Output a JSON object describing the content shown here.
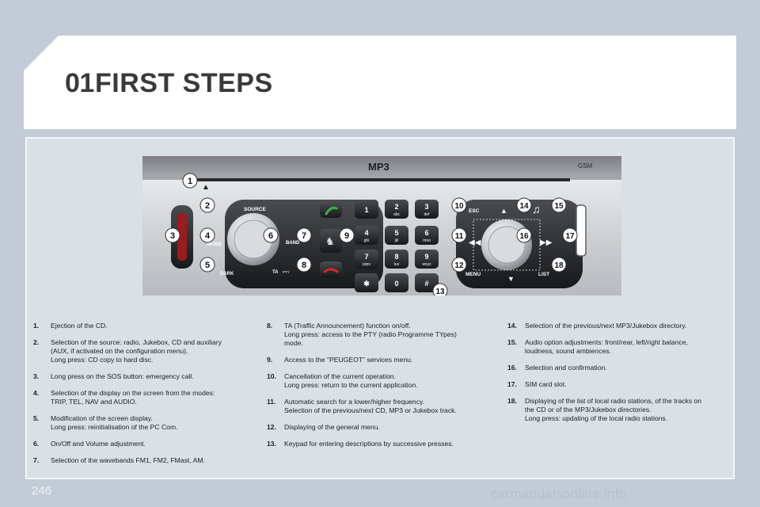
{
  "header": {
    "chapter": "01",
    "title": "FIRST STEPS"
  },
  "radio": {
    "mp3_label": "MP3",
    "gsm_label": "GSM",
    "eject_symbol": "▲",
    "buttons": {
      "source": "SOURCE",
      "mode": "MODE",
      "band": "BAND",
      "dark": "DARK",
      "ta": "TA",
      "pty": "PTY",
      "esc": "ESC",
      "menu": "MENU",
      "list": "LIST"
    },
    "keypad": [
      {
        "digit": "1",
        "letters": ""
      },
      {
        "digit": "2",
        "letters": "abc"
      },
      {
        "digit": "3",
        "letters": "def"
      },
      {
        "digit": "4",
        "letters": "ghi"
      },
      {
        "digit": "5",
        "letters": "jkl"
      },
      {
        "digit": "6",
        "letters": "mno"
      },
      {
        "digit": "7",
        "letters": "pqrs"
      },
      {
        "digit": "8",
        "letters": "tuv"
      },
      {
        "digit": "9",
        "letters": "wxyz"
      },
      {
        "digit": "✱",
        "letters": ""
      },
      {
        "digit": "0",
        "letters": ""
      },
      {
        "digit": "#",
        "letters": ""
      }
    ],
    "callouts": [
      "1",
      "2",
      "3",
      "4",
      "5",
      "6",
      "7",
      "8",
      "9",
      "10",
      "11",
      "12",
      "13",
      "14",
      "15",
      "16",
      "17",
      "18"
    ]
  },
  "items_col1": [
    {
      "num": "1.",
      "text": "Ejection of the CD."
    },
    {
      "num": "2.",
      "text": "Selection of the source: radio, Jukebox, CD and auxiliary\n(AUX, if activated on the configuration menu).\nLong press: CD copy to hard disc."
    },
    {
      "num": "3.",
      "text": "Long press on the SOS button: emergency call."
    },
    {
      "num": "4.",
      "text": "Selection of the display on the screen from the modes:\nTRIP, TEL, NAV and AUDIO."
    },
    {
      "num": "5.",
      "text": "Modification of the screen display.\nLong press: reinitialisation of the PC Com."
    },
    {
      "num": "6.",
      "text": "On/Off and Volume adjustment."
    },
    {
      "num": "7.",
      "text": "Selection of the wavebands FM1, FM2, FMast, AM."
    }
  ],
  "items_col2": [
    {
      "num": "8.",
      "text": "TA (Traffic Announcement) function on/off.\nLong press: access to the PTY (radio Programme TYpes)\nmode."
    },
    {
      "num": "9.",
      "text": "Access to the \"PEUGEOT\" services menu."
    },
    {
      "num": "10.",
      "text": "Cancellation of the current operation.\nLong press: return to the current application."
    },
    {
      "num": "11.",
      "text": "Automatic search for a lower/higher frequency.\nSelection of the previous/next CD, MP3 or Jukebox track."
    },
    {
      "num": "12.",
      "text": "Displaying of the general menu."
    },
    {
      "num": "13.",
      "text": "Keypad for entering descriptions by successive presses."
    }
  ],
  "items_col3": [
    {
      "num": "14.",
      "text": "Selection of the previous/next MP3/Jukebox directory."
    },
    {
      "num": "15.",
      "text": "Audio option adjustments: front/rear, left/right balance,\nloudness, sound ambiences."
    },
    {
      "num": "16.",
      "text": "Selection and confirmation."
    },
    {
      "num": "17.",
      "text": "SIM card slot."
    },
    {
      "num": "18.",
      "text": "Displaying of the list of local radio stations, of the tracks on\nthe CD or of the MP3/Jukebox directories.\nLong press: updating of the local radio stations."
    }
  ],
  "footer": {
    "page_number": "246",
    "watermark": "carmanualsonline.info"
  }
}
